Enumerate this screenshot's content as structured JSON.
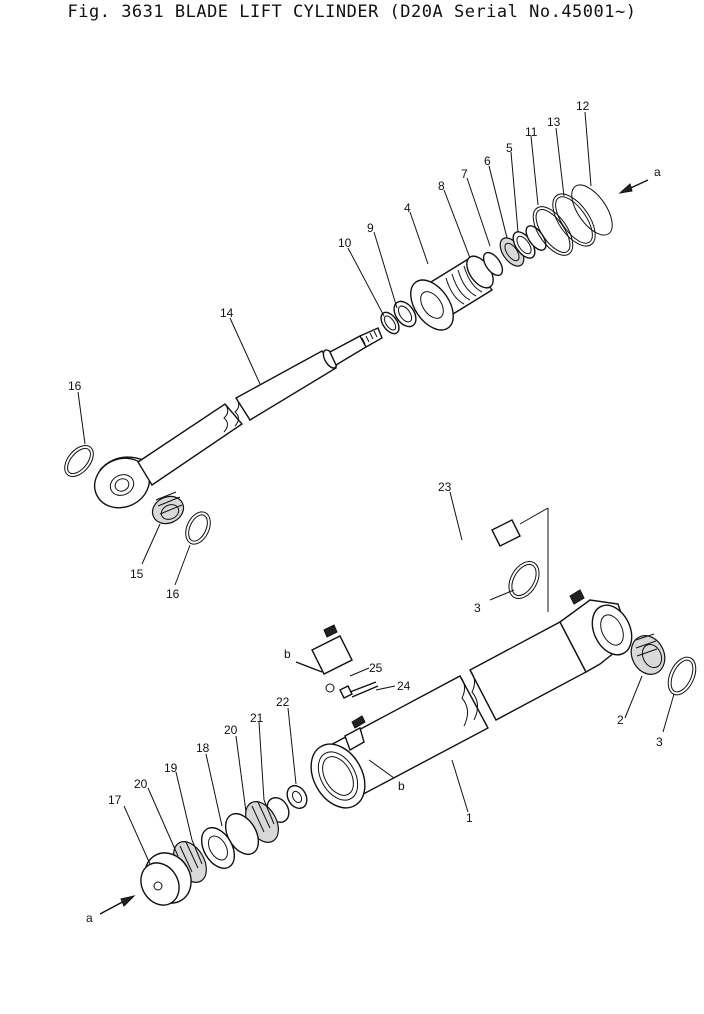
{
  "title": "Fig. 3631  BLADE  LIFT  CYLINDER  (D20A Serial No.45001~)",
  "callouts": {
    "c1": "1",
    "c2": "2",
    "c3a": "3",
    "c3b": "3",
    "c4": "4",
    "c5": "5",
    "c6": "6",
    "c7": "7",
    "c8": "8",
    "c9": "9",
    "c10": "10",
    "c11": "11",
    "c12": "12",
    "c13": "13",
    "c14": "14",
    "c15": "15",
    "c16a": "16",
    "c16b": "16",
    "c17": "17",
    "c18": "18",
    "c19": "19",
    "c20a": "20",
    "c20b": "20",
    "c21": "21",
    "c22": "22",
    "c23": "23",
    "c24": "24",
    "c25": "25"
  },
  "refs": {
    "a_top": "a",
    "a_bottom": "a",
    "b_left": "b",
    "b_right": "b"
  }
}
